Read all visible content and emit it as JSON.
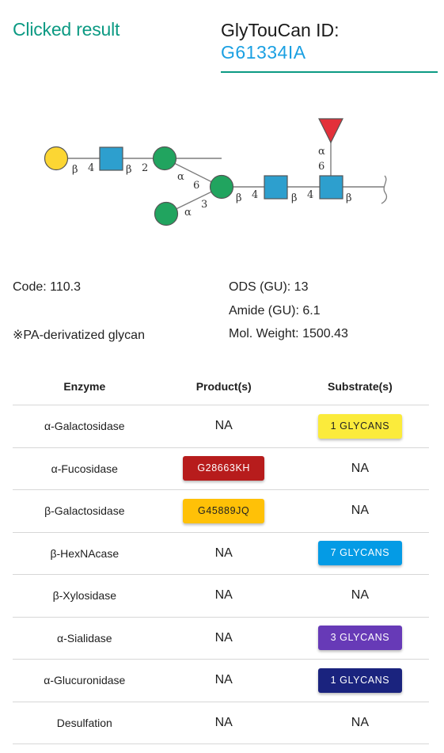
{
  "header": {
    "title": "Clicked result",
    "glytoucan_label": "GlyTouCan ID:",
    "glytoucan_id": "G61334IA"
  },
  "structure_labels": {
    "gal_gb": "β",
    "gal_gb_pos": "4",
    "gb_man_link": "β",
    "gb_man_pos": "2",
    "man_upper_anomer": "α",
    "man_upper_pos": "6",
    "man_lower_anomer": "α",
    "man_lower_pos": "3",
    "core_man_link": "β",
    "core_man_pos": "4",
    "gn1_link": "β",
    "gn1_pos": "4",
    "gn2_link": "β",
    "fuc_anomer": "α",
    "fuc_pos": "6"
  },
  "info": {
    "code": "Code: 110.3",
    "ods": "ODS (GU): 13",
    "amide": "Amide (GU): 6.1",
    "pa_note": "※PA-derivatized glycan",
    "mol_weight": "Mol. Weight: 1500.43"
  },
  "table": {
    "headers": [
      "Enzyme",
      "Product(s)",
      "Substrate(s)"
    ],
    "rows": [
      {
        "enzyme": "α-Galactosidase",
        "product": "NA",
        "substrate": "1 GLYCANS"
      },
      {
        "enzyme": "α-Fucosidase",
        "product": "G28663KH",
        "substrate": "NA"
      },
      {
        "enzyme": "β-Galactosidase",
        "product": "G45889JQ",
        "substrate": "NA"
      },
      {
        "enzyme": "β-HexNAcase",
        "product": "NA",
        "substrate": "7 GLYCANS"
      },
      {
        "enzyme": "β-Xylosidase",
        "product": "NA",
        "substrate": "NA"
      },
      {
        "enzyme": "α-Sialidase",
        "product": "NA",
        "substrate": "3 GLYCANS"
      },
      {
        "enzyme": "α-Glucuronidase",
        "product": "NA",
        "substrate": "1 GLYCANS"
      },
      {
        "enzyme": "Desulfation",
        "product": "NA",
        "substrate": "NA"
      }
    ]
  },
  "colors": {
    "accent": "#0c9a83",
    "id_link": "#1ba0e2",
    "galactose": "#fcd633",
    "glcnac": "#2d9fce",
    "mannose": "#21a45f",
    "fucose": "#e3303a",
    "chip_1_galactosidase": "#fbeb3b",
    "chip_fucosidase": "#b71c1c",
    "chip_galactosidase": "#ffc107",
    "chip_hexnacase": "#049be5",
    "chip_sialidase": "#673ab7",
    "chip_glucuronidase": "#1a237e"
  }
}
